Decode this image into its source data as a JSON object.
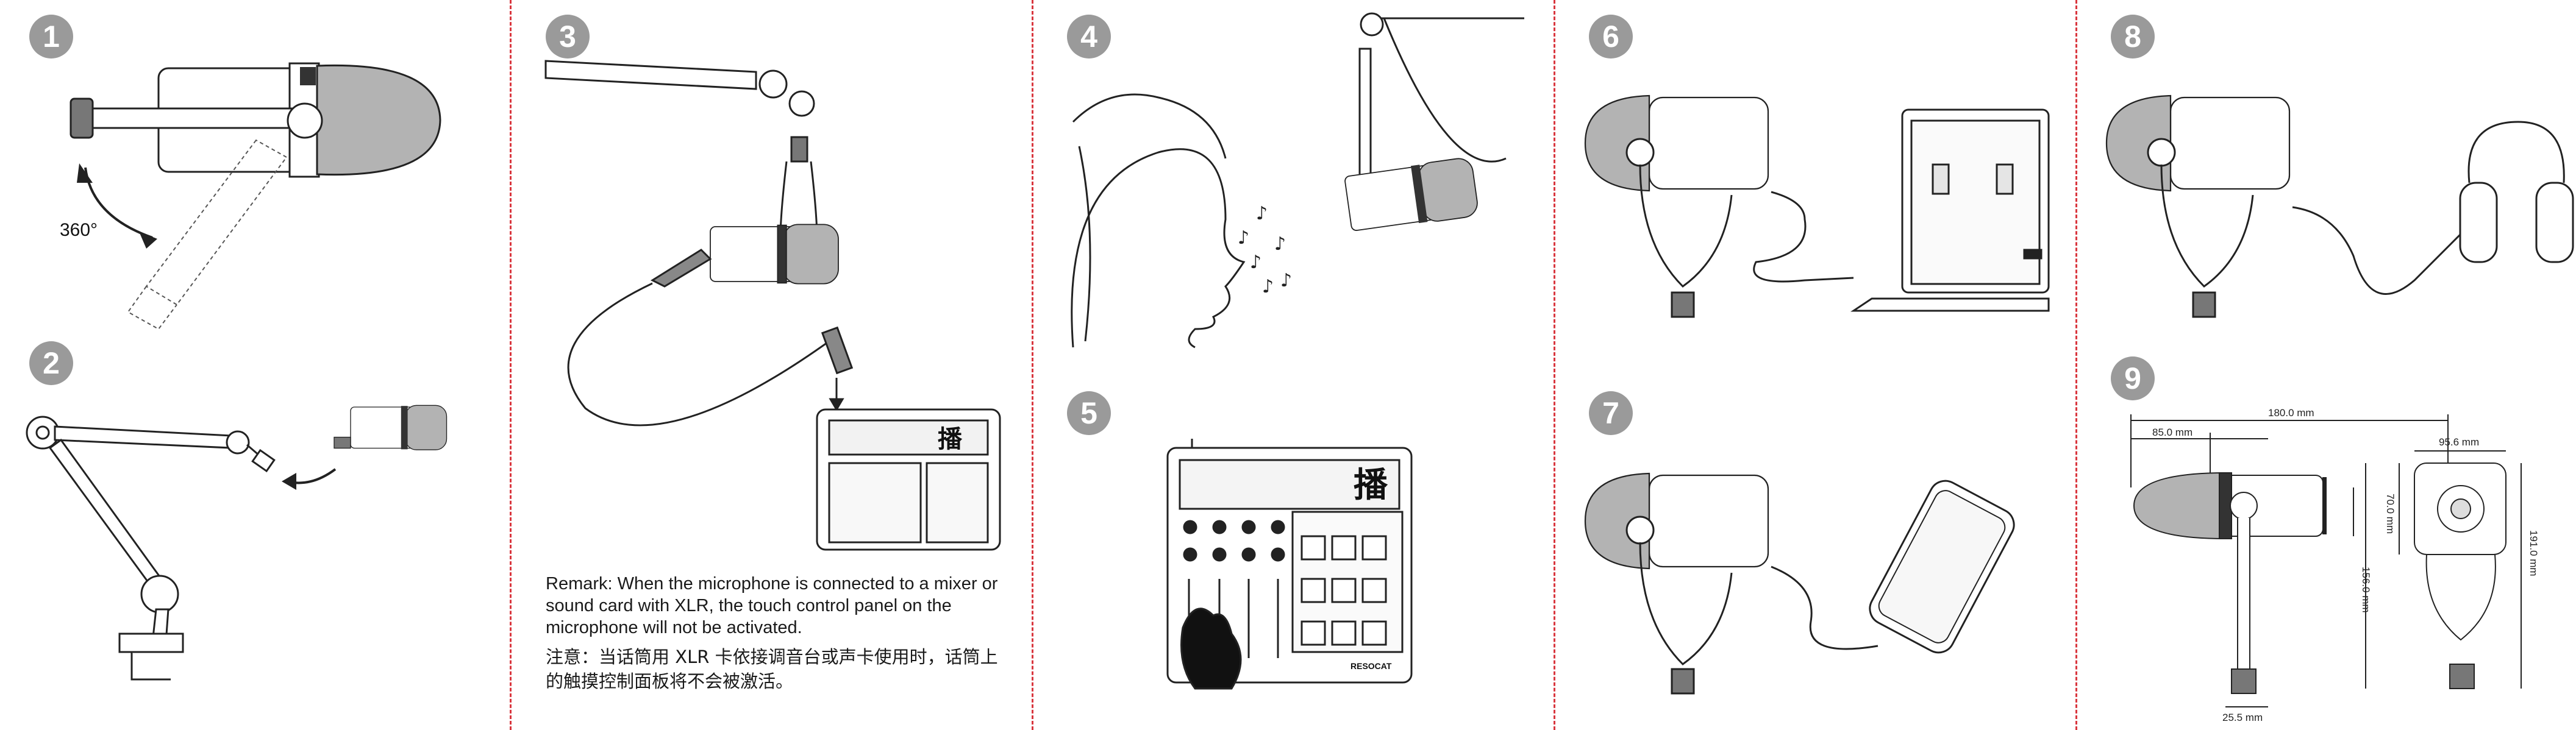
{
  "steps": {
    "s1": "1",
    "s2": "2",
    "s3": "3",
    "s4": "4",
    "s5": "5",
    "s6": "6",
    "s7": "7",
    "s8": "8",
    "s9": "9"
  },
  "rotation_label": "360°",
  "note": {
    "en": "Remark: When the microphone is connected to a mixer or sound card with XLR, the touch control panel on the microphone will not be activated.",
    "cn": "注意：当话筒用 XLR 卡依接调音台或声卡使用时，话筒上的触摸控制面板将不会被激活。"
  },
  "brand": "RESOCAT",
  "mixer_char": "播",
  "dimensions": {
    "total_length": "180.0 mm",
    "front_length": "85.0 mm",
    "body_diameter": "70.0 mm",
    "width": "95.6 mm",
    "height_stand": "156.0 mm",
    "total_height": "191.0 mm",
    "base": "25.5 mm"
  },
  "colors": {
    "badge": "#9a9a9a",
    "divider": "#d9363e",
    "mic_grille": "#b3b3b3"
  }
}
